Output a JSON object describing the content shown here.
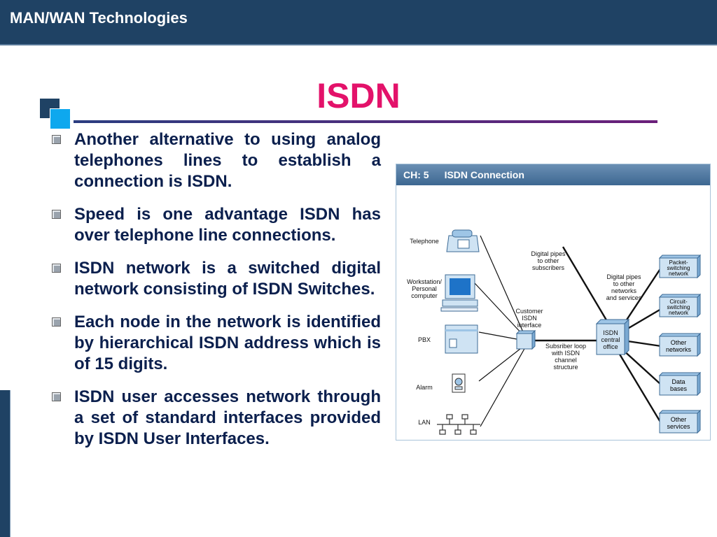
{
  "header": {
    "title": "MAN/WAN Technologies"
  },
  "slide": {
    "title": "ISDN"
  },
  "bullets": [
    "Another alternative to using analog telephones lines to establish a connection is ISDN.",
    "Speed is one advantage ISDN has over telephone line connections.",
    "ISDN network is a switched digital network consisting of ISDN Switches.",
    "Each node in the network is identified by hierarchical ISDN address which is of 15 digits.",
    "ISDN user accesses network through a set of standard interfaces provided by ISDN User Interfaces."
  ],
  "figure": {
    "chapter": "CH: 5",
    "caption": "ISDN Connection",
    "devices": [
      "Telephone",
      "Workstation/",
      "Personal",
      "computer",
      "PBX",
      "Alarm",
      "LAN"
    ],
    "labels": {
      "pipes_subscribers": [
        "Digital pipes",
        "to other",
        "subscribers"
      ],
      "pipes_networks": [
        "Digital pipes",
        "to other",
        "networks",
        "and services"
      ],
      "customer_interface": [
        "Customer",
        "ISDN",
        "interface"
      ],
      "subscriber_loop": [
        "Subsriber loop",
        "with ISDN",
        "channel",
        "structure"
      ],
      "central_office": [
        "ISDN",
        "central",
        "office"
      ]
    },
    "services": [
      [
        "Packet-",
        "switching",
        "network"
      ],
      [
        "Circuit-",
        "switching",
        "network"
      ],
      [
        "Other",
        "networks"
      ],
      [
        "Data",
        "bases"
      ],
      [
        "Other",
        "services"
      ]
    ]
  }
}
